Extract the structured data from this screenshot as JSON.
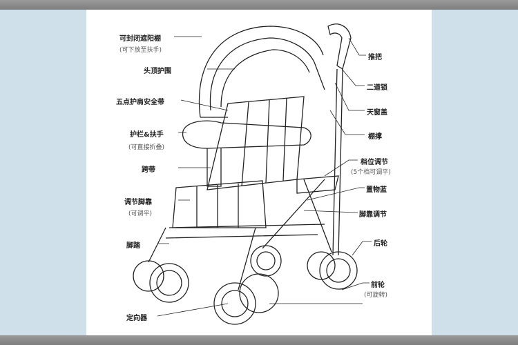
{
  "labels_left": [
    {
      "text": "可封闭遮阳棚",
      "sub": "(可下放至扶手)"
    },
    {
      "text": "头顶护围"
    },
    {
      "text": "五点护肩安全带"
    },
    {
      "text": "护栏&扶手",
      "sub": "(可直接折叠)"
    },
    {
      "text": "跨带"
    },
    {
      "text": "调节脚靠",
      "sub": "(可调平)"
    },
    {
      "text": "脚踏"
    },
    {
      "text": "定向器"
    }
  ],
  "labels_right": [
    {
      "text": "推把"
    },
    {
      "text": "二道锁"
    },
    {
      "text": "天窗盖"
    },
    {
      "text": "棚撑"
    },
    {
      "text": "档位调节",
      "sub": "(5个档可调平)"
    },
    {
      "text": "置物蓝"
    },
    {
      "text": "脚靠调节"
    },
    {
      "text": "后轮"
    },
    {
      "text": "前轮",
      "sub": "(可旋转)"
    }
  ]
}
